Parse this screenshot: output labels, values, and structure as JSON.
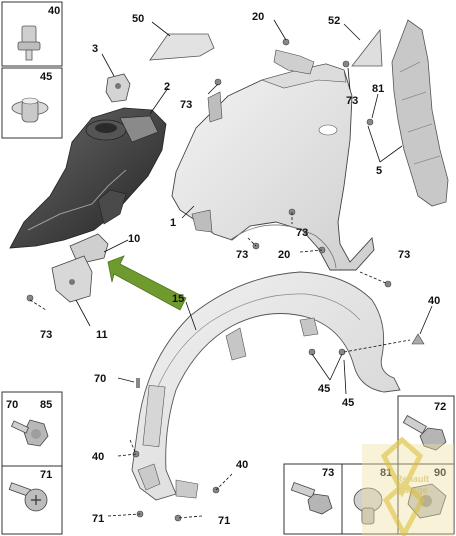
{
  "callouts": {
    "n1": "1",
    "n2": "2",
    "n3": "3",
    "n5": "5",
    "n10": "10",
    "n11": "11",
    "n15": "15",
    "n20a": "20",
    "n20b": "20",
    "n40": "40",
    "n40b": "40",
    "n40c": "40",
    "n45a": "45",
    "n45b": "45",
    "n50": "50",
    "n52": "52",
    "n70": "70",
    "n71a": "71",
    "n71b": "71",
    "n73a": "73",
    "n73b": "73",
    "n73c": "73",
    "n73d": "73",
    "n73e": "73",
    "n73f": "73",
    "n81": "81"
  },
  "inset_boxes": {
    "top_left_a": "40",
    "top_left_b": "45",
    "bottom_left_a_1": "70",
    "bottom_left_a_2": "85",
    "bottom_left_b": "71",
    "bottom_right_top": "72",
    "bottom_right_1": "73",
    "bottom_right_2": "81",
    "bottom_right_3": "90"
  },
  "watermark": {
    "line1": "Renault",
    "line2": "garage"
  },
  "colors": {
    "arrow": "#6f9a2e",
    "part_fill": "#e6e6e6",
    "dark_part": "#3a3a3a",
    "watermark": "#e8d36a"
  }
}
